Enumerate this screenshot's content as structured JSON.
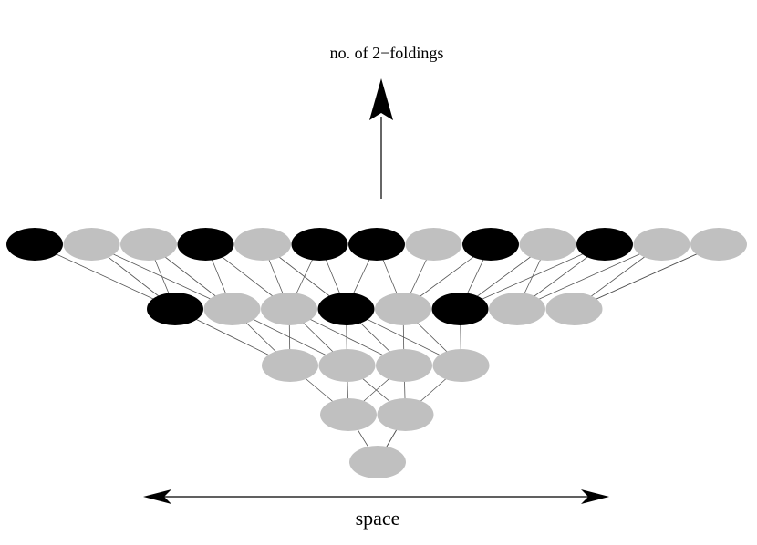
{
  "labels": {
    "vertical_axis": "no. of 2−foldings",
    "horizontal_axis": "space"
  },
  "colors": {
    "filled": "#000000",
    "empty": "#c0c0c0",
    "edge": "#555555"
  },
  "rows": [
    [
      "black",
      "gray",
      "gray",
      "black",
      "gray",
      "black",
      "black",
      "gray",
      "black",
      "gray",
      "black",
      "gray",
      "gray"
    ],
    [
      "black",
      "gray",
      "gray",
      "black",
      "gray",
      "black",
      "gray",
      "gray"
    ],
    [
      "gray",
      "gray",
      "gray",
      "gray"
    ],
    [
      "gray",
      "gray"
    ],
    [
      "gray"
    ]
  ]
}
